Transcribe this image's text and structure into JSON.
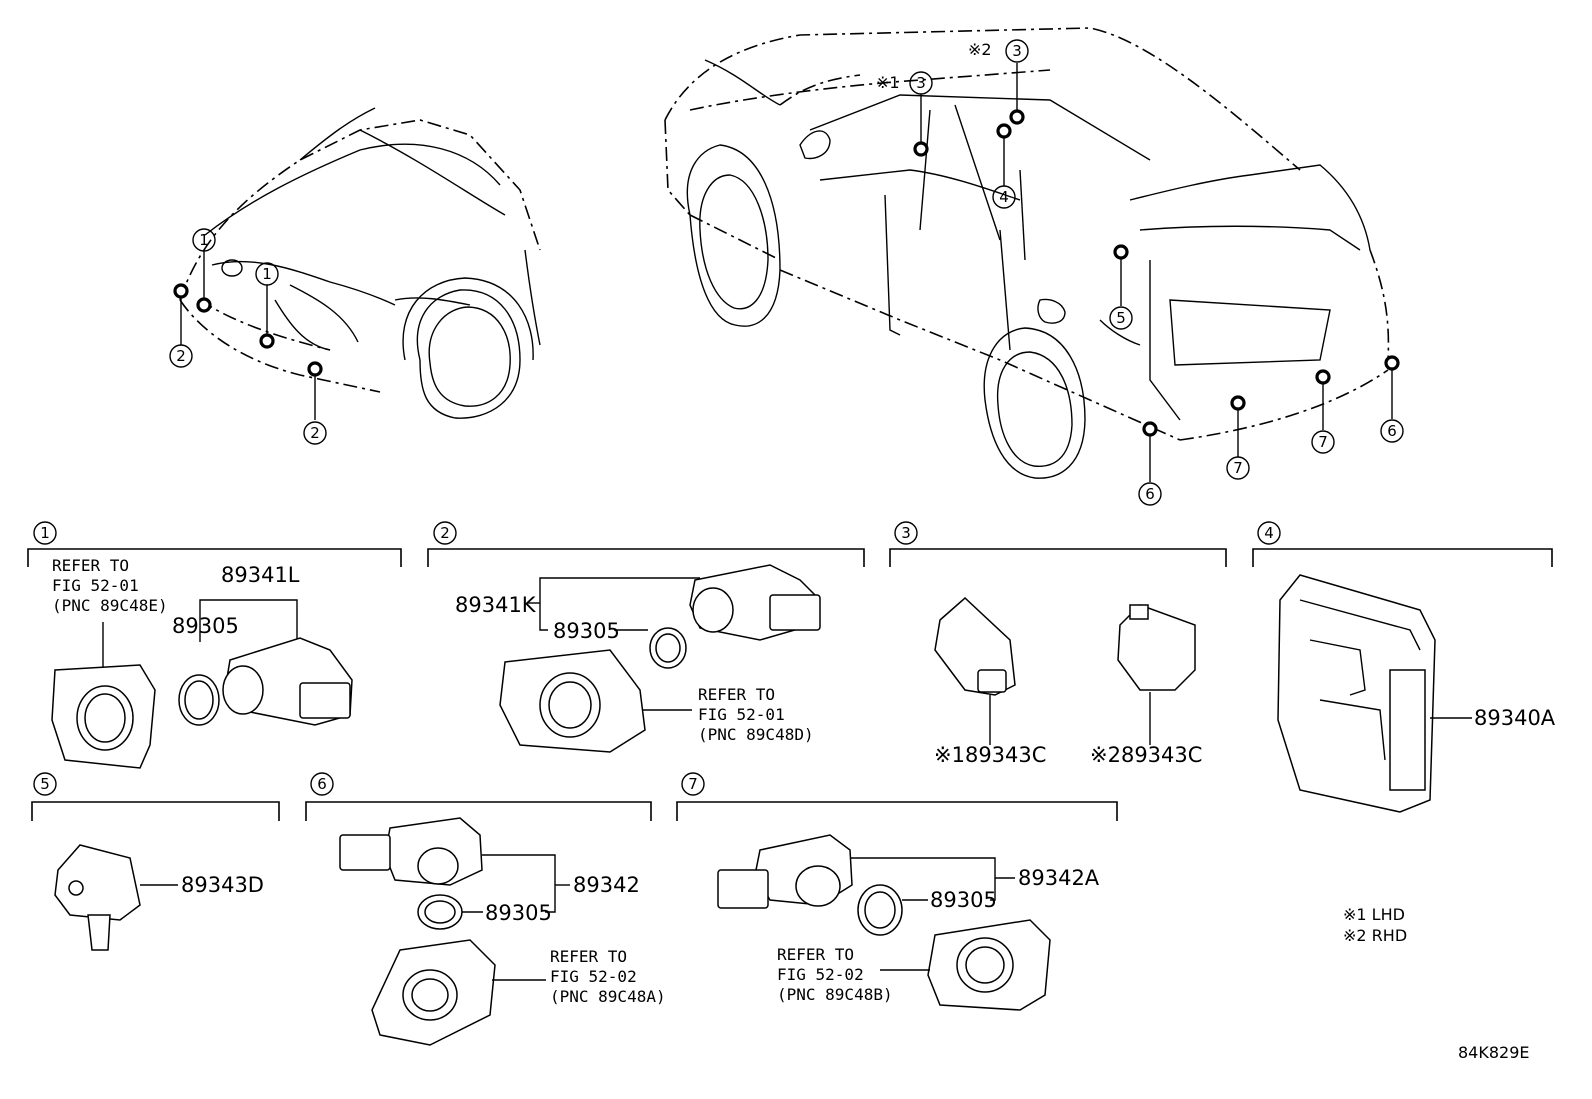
{
  "diagram_code": "84K829E",
  "legend": {
    "lhd": "※1 LHD",
    "rhd": "※2 RHD"
  },
  "callouts": {
    "front_1": "1",
    "front_2": "2",
    "rear_3": "3",
    "rear_4": "4",
    "rear_5": "5",
    "rear_6": "6",
    "rear_7": "7",
    "mark_1": "※1",
    "mark_2": "※2"
  },
  "groups": [
    {
      "num": "1",
      "parts": [
        "89341L",
        "89305"
      ],
      "refer": [
        "REFER TO",
        "FIG 52-01",
        "(PNC 89C48E)"
      ]
    },
    {
      "num": "2",
      "parts": [
        "89341K",
        "89305"
      ],
      "refer": [
        "REFER TO",
        "FIG 52-01",
        "(PNC 89C48D)"
      ]
    },
    {
      "num": "3",
      "parts": [
        "※189343C",
        "※289343C"
      ]
    },
    {
      "num": "4",
      "parts": [
        "89340A"
      ]
    },
    {
      "num": "5",
      "parts": [
        "89343D"
      ]
    },
    {
      "num": "6",
      "parts": [
        "89342",
        "89305"
      ],
      "refer": [
        "REFER TO",
        "FIG 52-02",
        "(PNC 89C48A)"
      ]
    },
    {
      "num": "7",
      "parts": [
        "89342A",
        "89305"
      ],
      "refer": [
        "REFER TO",
        "FIG 52-02",
        "(PNC 89C48B)"
      ]
    }
  ]
}
